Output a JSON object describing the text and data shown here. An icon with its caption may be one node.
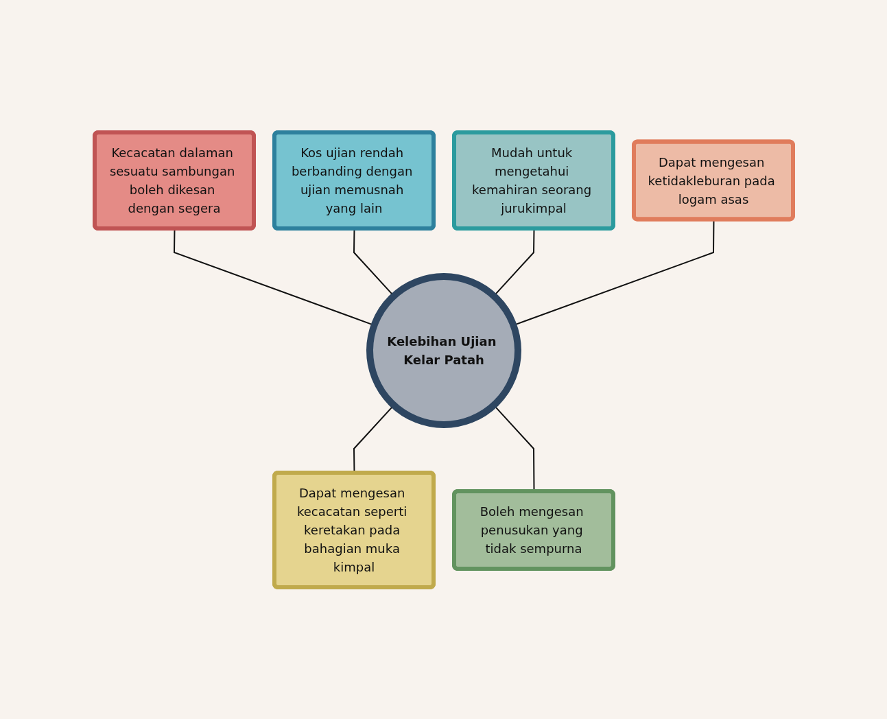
{
  "diagram": {
    "nodes": [
      {
        "text": [
          "Kecacatan dalaman sesuatu sambungan boleh dikesan dengan segera"
        ]
      },
      {
        "text": [
          "Kos ujian rendah berbanding dengan ujian memusnah yang lain"
        ]
      },
      {
        "text": [
          "Mudah untuk mengetahui kemahiran seorang jurukimpal"
        ]
      },
      {
        "text": [
          "Dapat mengesan ketidakleburan pada logam asas"
        ]
      },
      {
        "text": [
          "Kelebihan Ujian Kelar Patah"
        ]
      },
      {
        "text": [
          "Dapat mengesan kecacatan seperti keretakan pada bahagian muka kimpal"
        ]
      },
      {
        "text": [
          "Boleh mengesan penusukan yang tidak sempurna"
        ]
      }
    ],
    "edges": [
      {
        "from": 0,
        "to": 4,
        "arrow": "none"
      },
      {
        "from": 1,
        "to": 4,
        "arrow": "none"
      },
      {
        "from": 2,
        "to": 4,
        "arrow": "none"
      },
      {
        "from": 3,
        "to": 4,
        "arrow": "none"
      },
      {
        "from": 4,
        "to": 5,
        "arrow": "none"
      },
      {
        "from": 4,
        "to": 6,
        "arrow": "none"
      }
    ]
  }
}
